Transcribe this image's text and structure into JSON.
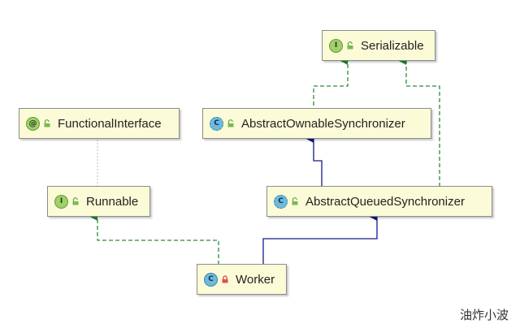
{
  "nodes": {
    "serializable": {
      "kind": "I",
      "name": "Serializable"
    },
    "functional_interface": {
      "kind": "@",
      "name": "FunctionalInterface"
    },
    "abstract_ownable_synchronizer": {
      "kind": "C",
      "name": "AbstractOwnableSynchronizer"
    },
    "runnable": {
      "kind": "I",
      "name": "Runnable"
    },
    "abstract_queued_synchronizer": {
      "kind": "C",
      "name": "AbstractQueuedSynchronizer"
    },
    "worker": {
      "kind": "C",
      "name": "Worker"
    }
  },
  "watermark": "油炸小波",
  "colors": {
    "node_fill": "#fcfbd8",
    "implements_edge": "#2e8b3a",
    "extends_edge": "#1a1a7a",
    "annotation_edge": "#bbbbbb"
  }
}
